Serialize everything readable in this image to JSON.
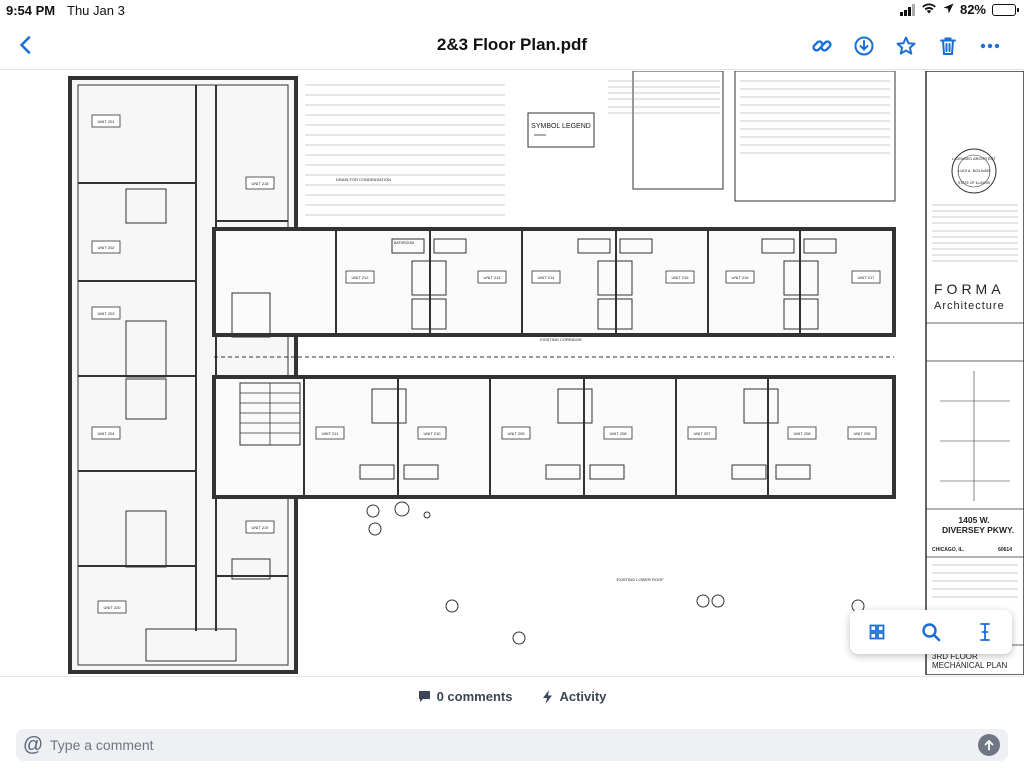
{
  "status": {
    "time": "9:54 PM",
    "date": "Thu Jan 3",
    "battery_text": "82%",
    "battery_level": 0.82
  },
  "header": {
    "title": "2&3 Floor Plan.pdf",
    "actions": [
      "link-icon",
      "download-icon",
      "star-icon",
      "trash-icon",
      "more-icon"
    ],
    "accent": "#1a6fd6"
  },
  "drawing": {
    "symbol_legend": "SYMBOL LEGEND",
    "corridor": "EXISTING CORRIDOR",
    "lower_roof": "EXISTING LOWER ROOF",
    "bathroom": "BATHROOM",
    "condensation_note": "DRAIN FOR CONDENSATION",
    "units_top": [
      "UNIT 212",
      "UNIT 213",
      "UNIT 214",
      "UNIT 215",
      "UNIT 216",
      "UNIT 217"
    ],
    "units_bottom": [
      "UNIT 211",
      "UNIT 210",
      "UNIT 209",
      "UNIT 208",
      "UNIT 207",
      "UNIT 206",
      "UNIT 205"
    ],
    "units_left": [
      "UNIT 201",
      "UNIT 202",
      "UNIT 203",
      "UNIT 204",
      "UNIT 218",
      "UNIT 219",
      "UNIT 220"
    ],
    "firm_name": "FORMA",
    "firm_sub": "Architecture",
    "address_line1": "1405 W.",
    "address_line2": "DIVERSEY PKWY.",
    "city": "CHICAGO, IL.",
    "zip": "60614",
    "sheet_title_1": "3RD FLOOR",
    "sheet_title_2": "MECHANICAL PLAN",
    "stamp_text": "LICENSED ARCHITECT",
    "stamp_name": "LUIS A. BOLIVAR",
    "stamp_state": "STATE OF ILLINOIS"
  },
  "footer": {
    "comments_label": "0 comments",
    "activity_label": "Activity",
    "comment_placeholder": "Type a comment"
  }
}
